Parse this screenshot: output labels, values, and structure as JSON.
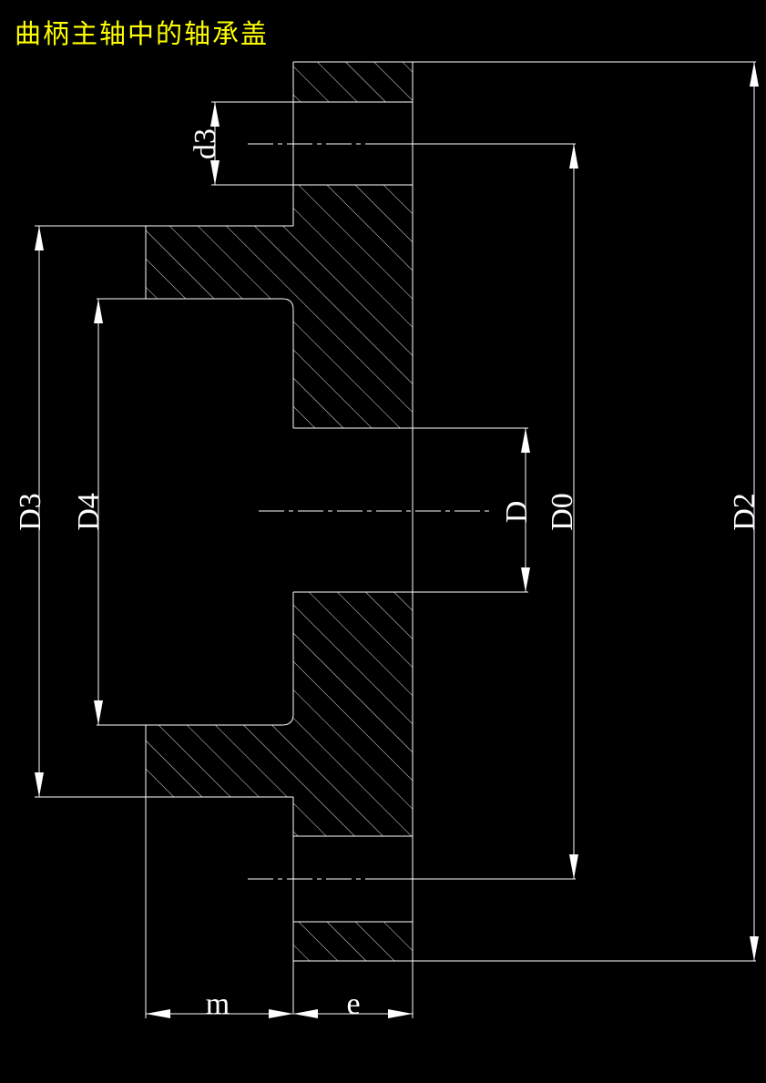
{
  "title": "曲柄主轴中的轴承盖",
  "labels": {
    "d3": "d3",
    "D3": "D3",
    "D4": "D4",
    "D": "D",
    "D0": "D0",
    "D2": "D2",
    "m": "m",
    "e": "e"
  },
  "colors": {
    "background": "#000000",
    "line": "#ffffff",
    "title": "#ffff00"
  }
}
